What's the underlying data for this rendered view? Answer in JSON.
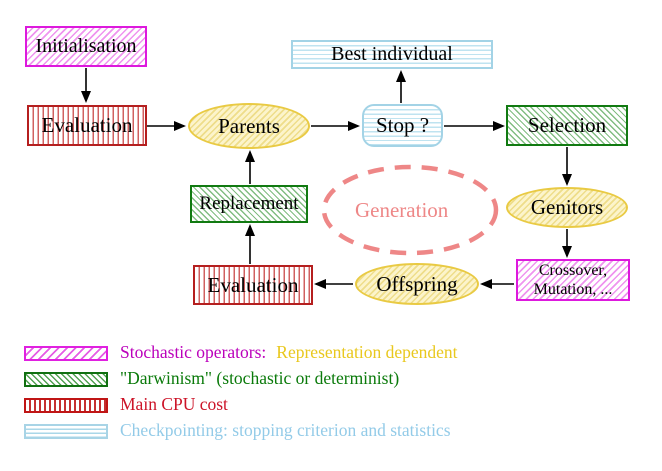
{
  "diagram": {
    "title": "Evolutionary algorithm generation loop",
    "nodes": {
      "initialisation": {
        "label": "Initialisation"
      },
      "evaluation_top": {
        "label": "Evaluation"
      },
      "parents": {
        "label": "Parents"
      },
      "best_individual": {
        "label": "Best individual"
      },
      "stop": {
        "label": "Stop ?"
      },
      "selection": {
        "label": "Selection"
      },
      "genitors": {
        "label": "Genitors"
      },
      "crossover_mutation": {
        "line1": "Crossover,",
        "line2": "Mutation, ..."
      },
      "replacement": {
        "label": "Replacement"
      },
      "evaluation_bottom": {
        "label": "Evaluation"
      },
      "offspring": {
        "label": "Offspring"
      },
      "generation": {
        "label": "Generation"
      }
    },
    "legend": [
      {
        "pattern": "magenta-diagonal-hatch",
        "text1": "Stochastic operators:",
        "text2": "Representation dependent"
      },
      {
        "pattern": "green-diagonal-hatch",
        "text1": "\"Darwinism\" (stochastic or determinist)"
      },
      {
        "pattern": "red-vertical-stripes",
        "text1": "Main CPU cost"
      },
      {
        "pattern": "cyan-horizontal-stripes",
        "text1": "Checkpointing: stopping criterion and statistics"
      }
    ],
    "colors": {
      "magenta_border": "#dd19dd",
      "green_border": "#117a11",
      "red_border": "#b51f1f",
      "cyan_border": "#a3d3e6",
      "yellow_border": "#e9ca43",
      "salmon": "#ee8787",
      "legend_magenta_text": "#bb00bb",
      "legend_gold_text": "#e9c81e",
      "legend_green_text": "#0a7a0a",
      "legend_red_text": "#cc1428",
      "legend_cyan_text": "#93cbe8",
      "arrow": "#000000",
      "node_text": "#000000",
      "background": "#ffffff"
    }
  }
}
